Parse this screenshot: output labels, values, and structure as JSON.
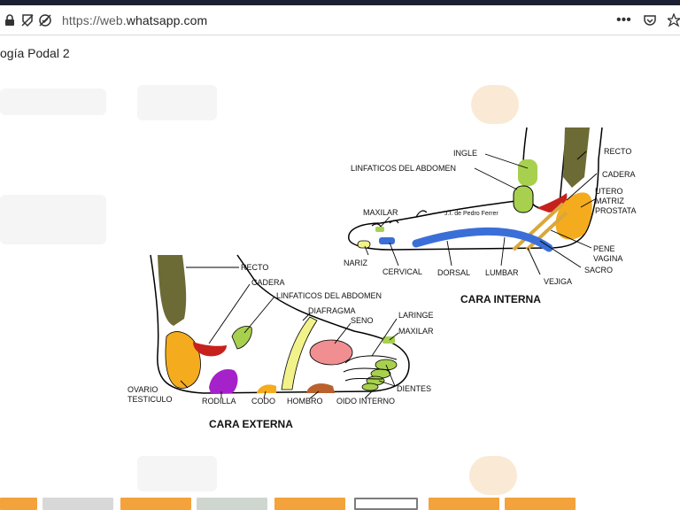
{
  "browser": {
    "url_prefix": "https://web.",
    "url_domain": "whatsapp.com",
    "more_icon": "ellipsis-icon",
    "pocket_icon": "pocket-icon"
  },
  "viewer": {
    "title": "ogía Podal 2"
  },
  "figure": {
    "internal": {
      "caption": "CARA INTERNA",
      "author": "J.I. de Pedro Ferrer",
      "labels": {
        "ingle": "INGLE",
        "recto": "RECTO",
        "linfaticos": "LINFATICOS DEL ABDOMEN",
        "cadera": "CADERA",
        "utero": "UTERO",
        "matriz": "MATRIZ",
        "prostata": "PROSTATA",
        "maxilar": "MAXILAR",
        "nariz": "NARIZ",
        "cervical": "CERVICAL",
        "dorsal": "DORSAL",
        "lumbar": "LUMBAR",
        "vejiga": "VEJIGA",
        "pene": "PENE",
        "vagina": "VAGINA",
        "sacro": "SACRO"
      }
    },
    "external": {
      "caption": "CARA EXTERNA",
      "labels": {
        "recto": "RECTO",
        "cadera": "CADERA",
        "linfaticos": "LINFATICOS DEL ABDOMEN",
        "diafragma": "DIAFRAGMA",
        "seno": "SENO",
        "laringe": "LARINGE",
        "maxilar": "MAXILAR",
        "ovario": "OVARIO",
        "testiculo": "TESTICULO",
        "rodilla": "RODILLA",
        "codo": "CODO",
        "hombro": "HOMBRO",
        "oido": "OIDO INTERNO",
        "dientes": "DIENTES"
      }
    }
  },
  "colors": {
    "olive": "#6d6b35",
    "green": "#a8d04f",
    "red": "#c7211d",
    "orange": "#f4ac1e",
    "blue": "#3b6fd8",
    "yellow": "#f2f28a",
    "purple": "#a521c9",
    "pink": "#f08e92",
    "brown": "#b9622e",
    "ochre": "#d9a73c"
  }
}
